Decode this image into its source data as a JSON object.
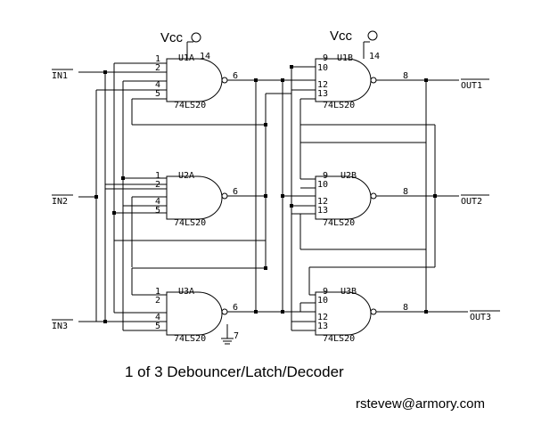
{
  "inputs": {
    "in1": "IN1",
    "in2": "IN2",
    "in3": "IN3"
  },
  "outputs": {
    "out1": "OUT1",
    "out2": "OUT2",
    "out3": "OUT3"
  },
  "power": {
    "vcc_label": "Vcc",
    "vcc_pin": "14",
    "gnd_pin": "7"
  },
  "gates": {
    "u1a": {
      "ref": "U1A",
      "part": "74LS20",
      "in_pins": [
        "1",
        "2",
        "4",
        "5"
      ],
      "out_pin": "6"
    },
    "u2a": {
      "ref": "U2A",
      "part": "74LS20",
      "in_pins": [
        "1",
        "2",
        "4",
        "5"
      ],
      "out_pin": "6"
    },
    "u3a": {
      "ref": "U3A",
      "part": "74LS20",
      "in_pins": [
        "1",
        "2",
        "4",
        "5"
      ],
      "out_pin": "6"
    },
    "u1b": {
      "ref": "U1B",
      "part": "74LS20",
      "in_pins": [
        "9",
        "10",
        "12",
        "13"
      ],
      "out_pin": "8"
    },
    "u2b": {
      "ref": "U2B",
      "part": "74LS20",
      "in_pins": [
        "9",
        "10",
        "12",
        "13"
      ],
      "out_pin": "8"
    },
    "u3b": {
      "ref": "U3B",
      "part": "74LS20",
      "in_pins": [
        "9",
        "10",
        "12",
        "13"
      ],
      "out_pin": "8"
    }
  },
  "caption": "1 of 3 Debouncer/Latch/Decoder",
  "author_email": "rstevew@armory.com"
}
